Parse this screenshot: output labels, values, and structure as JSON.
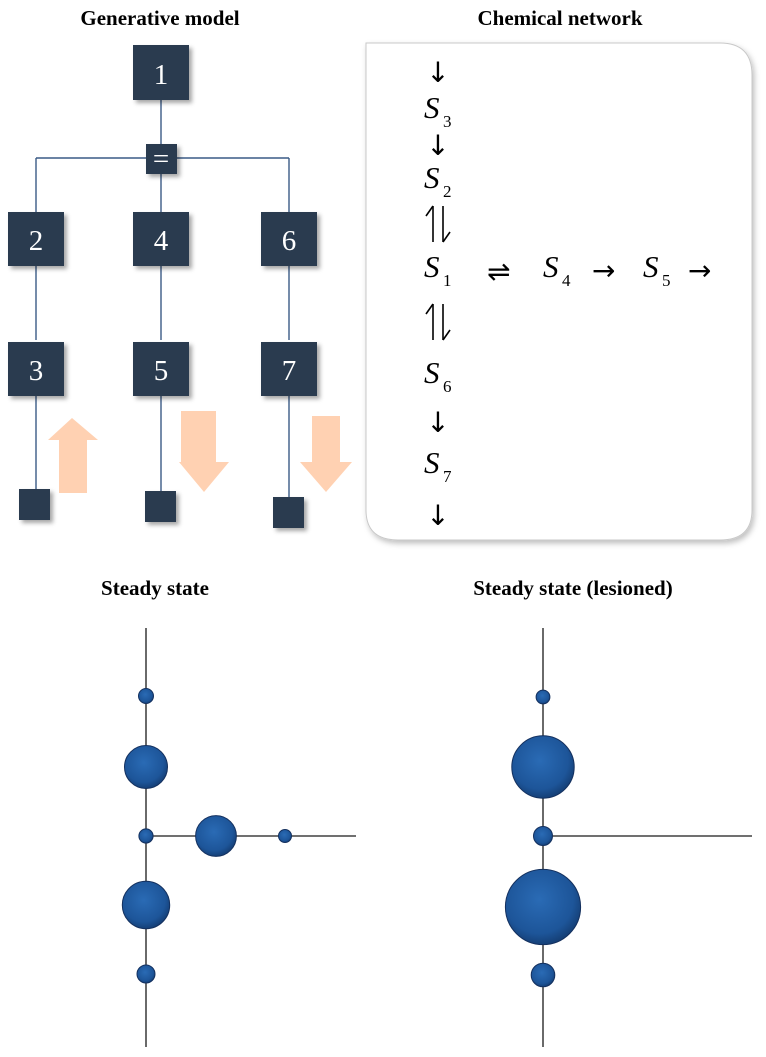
{
  "panels": {
    "generative_model": {
      "title": "Generative model",
      "equals_symbol": "=",
      "nodes": [
        "1",
        "2",
        "4",
        "6",
        "3",
        "5",
        "7"
      ]
    },
    "chemical_network": {
      "title": "Chemical network",
      "species": {
        "s3": {
          "symbol": "S",
          "sub": "3"
        },
        "s2": {
          "symbol": "S",
          "sub": "2"
        },
        "s1": {
          "symbol": "S",
          "sub": "1"
        },
        "s4": {
          "symbol": "S",
          "sub": "4"
        },
        "s5": {
          "symbol": "S",
          "sub": "5"
        },
        "s6": {
          "symbol": "S",
          "sub": "6"
        },
        "s7": {
          "symbol": "S",
          "sub": "7"
        }
      },
      "arrows": {
        "down": "↓",
        "right": "→",
        "equilibrium_h": "⇌",
        "equilibrium_v": "⥯"
      }
    },
    "steady_state": {
      "title": "Steady state"
    },
    "steady_state_lesioned": {
      "title": "Steady state (lesioned)"
    }
  },
  "colors": {
    "node": "#2b3a4f",
    "tree_line": "#3a5a86",
    "arrow_up_down": "#ffcfae",
    "bubble": "#1f5a9e"
  },
  "chart_data": [
    {
      "type": "scatter",
      "title": "Steady state",
      "encoding": "circle size = relative concentration of each species",
      "points": [
        {
          "species": "S3",
          "size": 0.35
        },
        {
          "species": "S2",
          "size": 1.0
        },
        {
          "species": "S1",
          "size": 0.33
        },
        {
          "species": "S4",
          "size": 0.95
        },
        {
          "species": "S5",
          "size": 0.3
        },
        {
          "species": "S6",
          "size": 1.1
        },
        {
          "species": "S7",
          "size": 0.42
        }
      ]
    },
    {
      "type": "scatter",
      "title": "Steady state (lesioned)",
      "encoding": "circle size = relative concentration of each species",
      "points": [
        {
          "species": "S3",
          "size": 0.32
        },
        {
          "species": "S2",
          "size": 1.45
        },
        {
          "species": "S1",
          "size": 0.44
        },
        {
          "species": "S6",
          "size": 1.75
        },
        {
          "species": "S7",
          "size": 0.55
        }
      ]
    }
  ]
}
